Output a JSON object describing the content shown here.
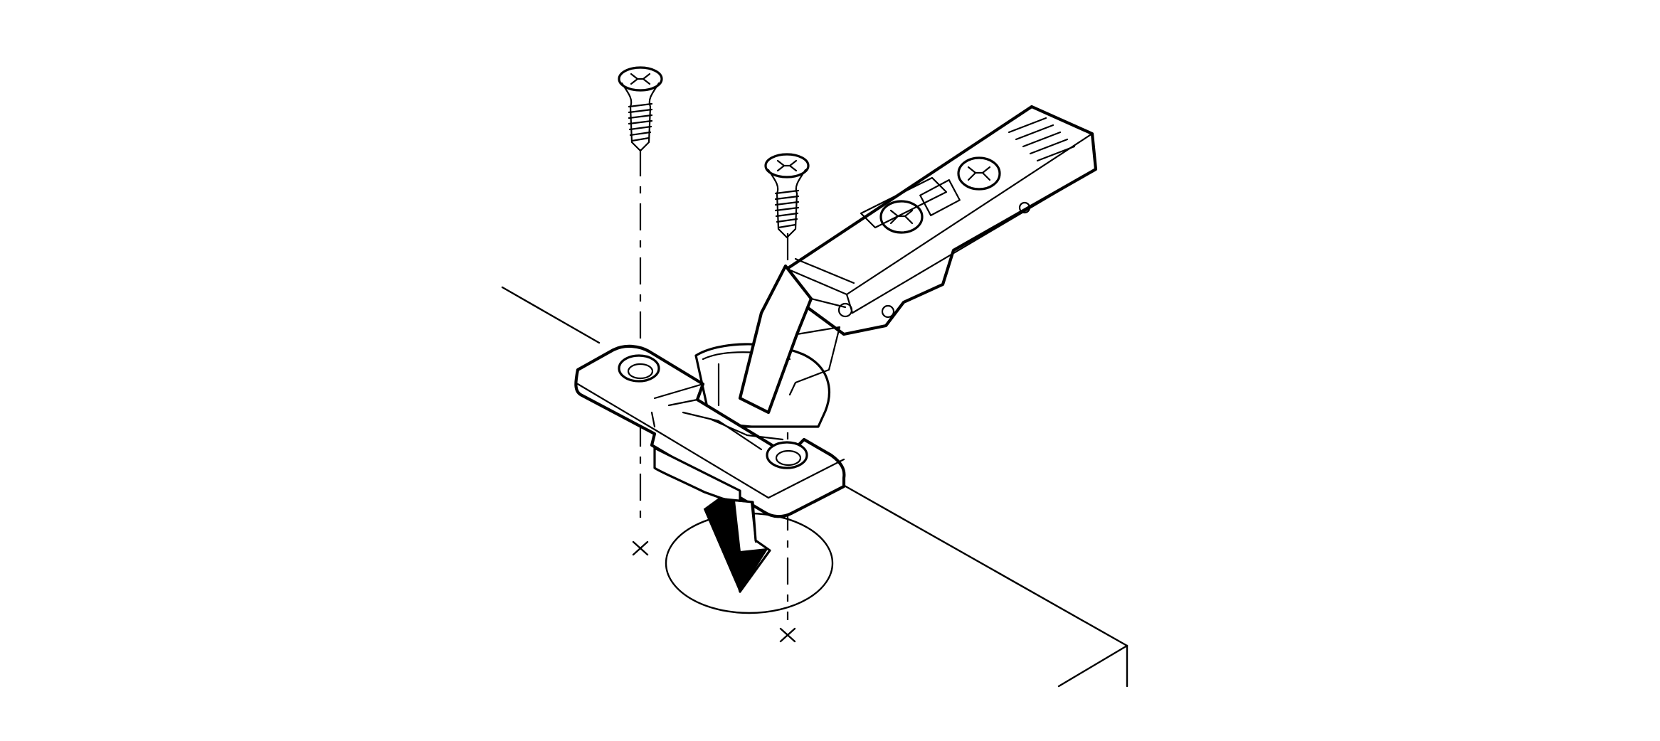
{
  "figure": {
    "background": "#ffffff",
    "ink": "#000000",
    "parts": [
      "cabinet-side-panel",
      "mounting-plate",
      "concealed-hinge",
      "mounting-screws",
      "bore-hole",
      "insertion-arrow",
      "center-marks"
    ],
    "screw_count": 2,
    "arrow_direction": "down"
  }
}
